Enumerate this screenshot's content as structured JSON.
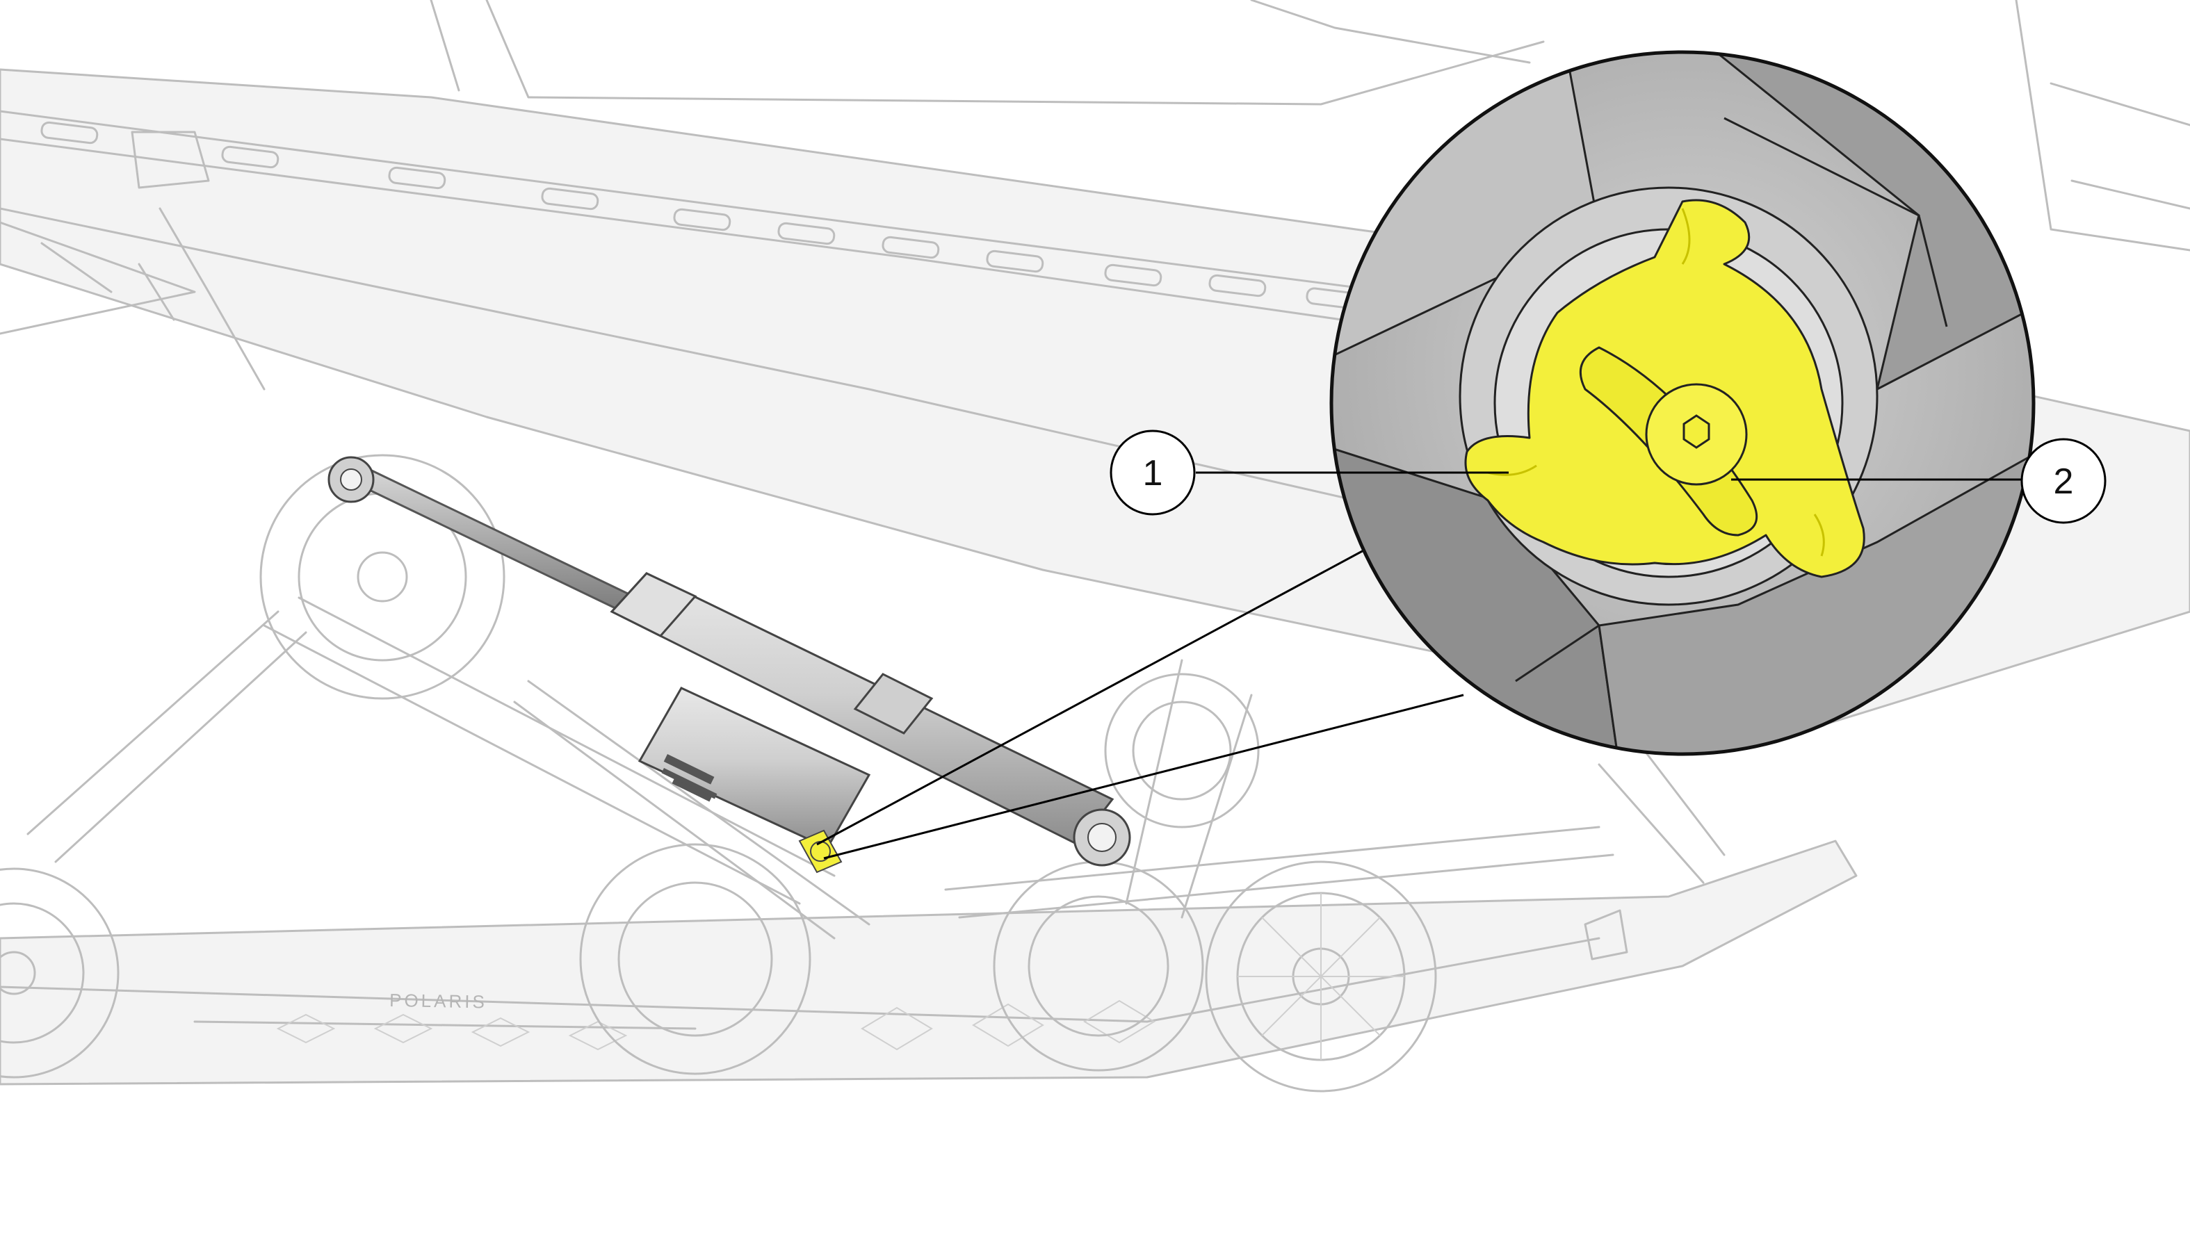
{
  "callouts": [
    {
      "number": "1"
    },
    {
      "number": "2"
    }
  ],
  "track_logo": "POLARIS",
  "colors": {
    "highlight": "#f3ef3b",
    "highlight_edge": "#c8c200",
    "ghost_line": "#bdbdbd",
    "shock_body": "#bfbfbf",
    "detail_shadow": "#9a9a9a",
    "leader": "#000000"
  }
}
